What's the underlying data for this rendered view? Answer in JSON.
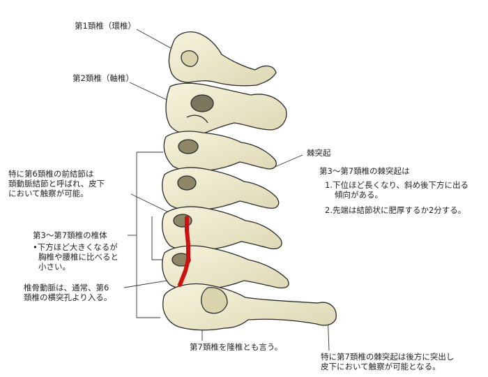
{
  "labels": {
    "c1": "第1頚椎（環椎）",
    "c2": "第2頚椎（軸椎）",
    "spinous": "棘突起",
    "anterior_tubercle": [
      "特に第6頚椎の前結節は",
      "頚動脈結節と呼ばれ、皮下",
      "において触察が可能。"
    ],
    "body_title": "第3〜第7頚椎の椎体",
    "body_note": [
      "•下方ほど大きくなるが",
      "胸椎や腰椎に比べると",
      "小さい。"
    ],
    "vertebral_artery": [
      "椎骨動脈は、通常、第6",
      "頚椎の横突孔より入る。"
    ],
    "c7_prominens": "第7頚椎を隆椎とも言う。",
    "c7_spinous": [
      "特に第7頚椎の棘突起は後方に突出し",
      "皮下において触察が可能となる。"
    ]
  },
  "spinous_notes": {
    "title": "第3〜第7頚椎の棘突起は",
    "item1": [
      "1.下位ほど長くなり、斜め後下方に出る",
      "傾向がある。"
    ],
    "item2": "2.先端は結節状に肥厚するか2分する。"
  },
  "colors": {
    "bone_fill": "#efeccf",
    "bone_shade": "#d8d3ae",
    "outline": "#2a2a2a",
    "artery": "#cc1111",
    "leader": "#333333"
  }
}
